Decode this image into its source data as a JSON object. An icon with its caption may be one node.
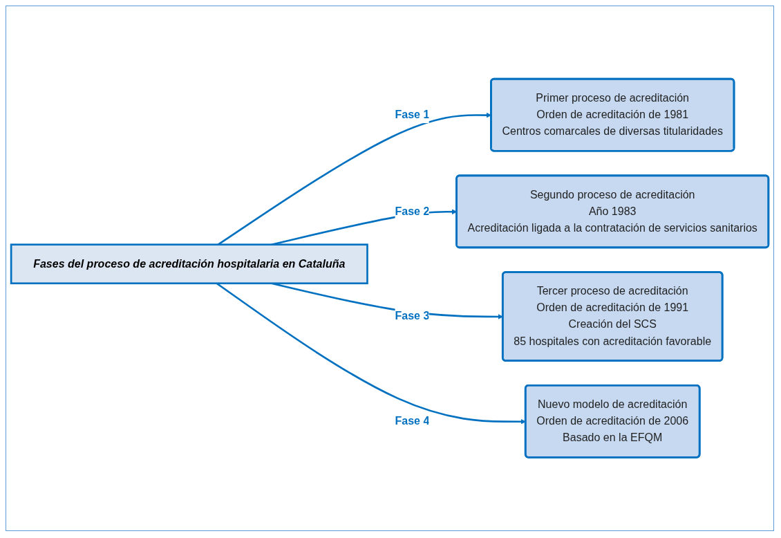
{
  "diagram": {
    "nodes": [
      {
        "text": [
          "Fases del proceso de acreditación hospitalaria en Cataluña"
        ]
      },
      {
        "text": [
          "Primer proceso de acreditación",
          "Orden de acreditación de 1981",
          "Centros comarcales de diversas titularidades"
        ]
      },
      {
        "text": [
          "Segundo proceso de acreditación",
          "Año 1983",
          "Acreditación ligada a la contratación de servicios sanitarios"
        ]
      },
      {
        "text": [
          "Tercer proceso de acreditación",
          "Orden de acreditación de 1991",
          "Creación del SCS",
          "85 hospitales con acreditación favorable"
        ]
      },
      {
        "text": [
          "Nuevo modelo de acreditación",
          "Orden de acreditación de 2006",
          "Basado en la EFQM"
        ]
      }
    ],
    "edges": [
      {
        "from": 0,
        "to": 1,
        "arrow": "to",
        "label": "Fase 1"
      },
      {
        "from": 0,
        "to": 2,
        "arrow": "to",
        "label": "Fase 2"
      },
      {
        "from": 0,
        "to": 3,
        "arrow": "to",
        "label": "Fase 3"
      },
      {
        "from": 0,
        "to": 4,
        "arrow": "to",
        "label": "Fase 4"
      }
    ]
  }
}
